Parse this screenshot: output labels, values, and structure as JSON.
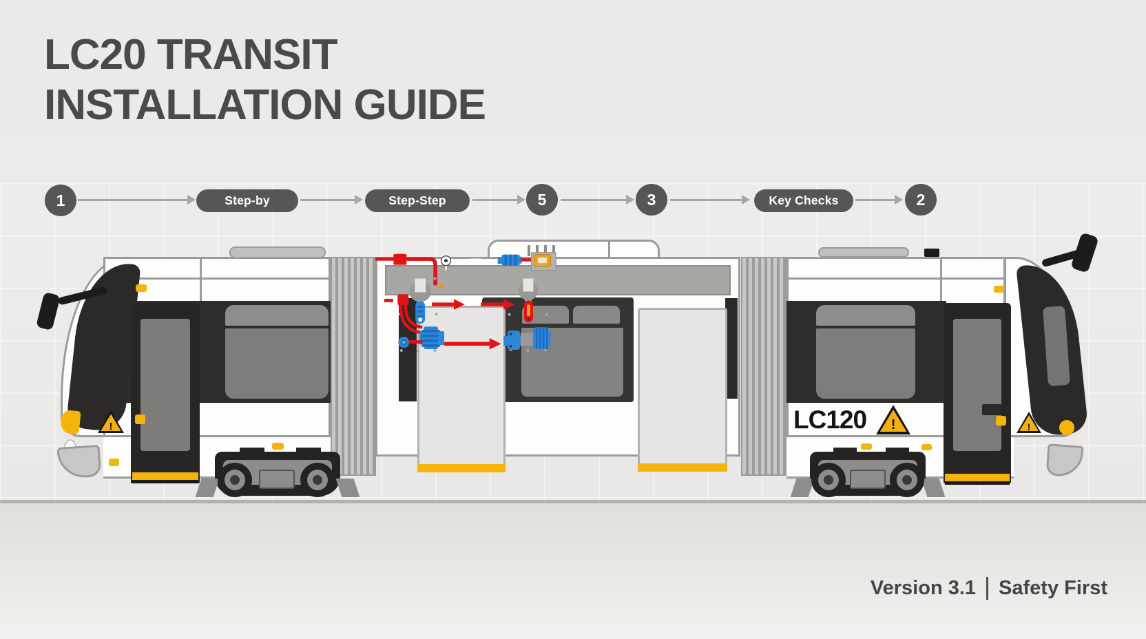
{
  "header": {
    "title_line1": "LC20 TRANSIT",
    "title_line2": "INSTALLATION GUIDE"
  },
  "steps": {
    "items": [
      {
        "shape": "circle",
        "label": "1"
      },
      {
        "shape": "pill",
        "label": "Step-by"
      },
      {
        "shape": "pill",
        "label": "Step-Step"
      },
      {
        "shape": "circle",
        "label": "5"
      },
      {
        "shape": "circle",
        "label": "3"
      },
      {
        "shape": "pill",
        "label": "Key Checks"
      },
      {
        "shape": "circle",
        "label": "2"
      }
    ]
  },
  "tram": {
    "model_label": "LC120",
    "warning_symbol": "!"
  },
  "footer": {
    "version": "Version 3.1",
    "separator": "|",
    "safety": "Safety First"
  },
  "colors": {
    "accent_yellow": "#F5B40A",
    "signal_red": "#E01414",
    "tool_blue": "#2E86D6",
    "body_dark": "#2B2A29",
    "outline_gray": "#9B9B9B",
    "step_node_gray": "#585654",
    "title_gray": "#4B4A49"
  }
}
